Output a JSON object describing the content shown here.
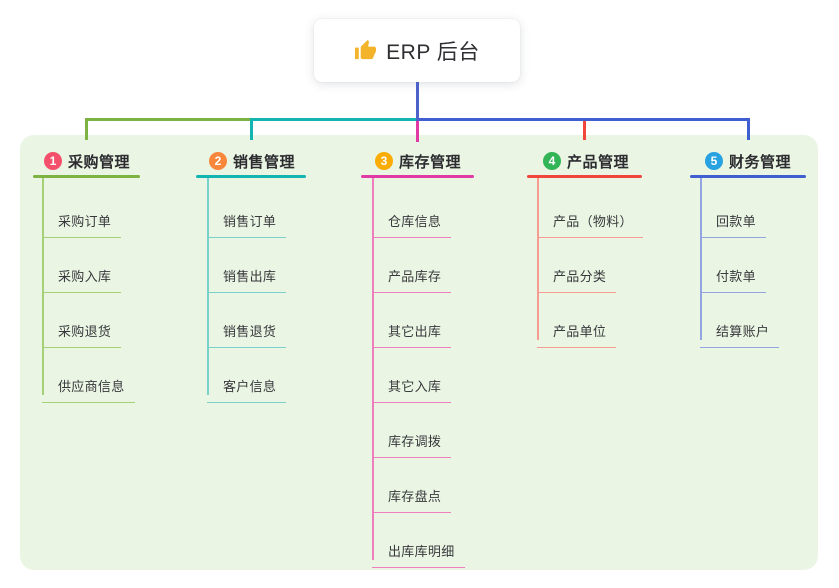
{
  "root": {
    "label": "ERP 后台",
    "icon": "thumbs-up-icon",
    "icon_color": "#f3b42c",
    "connector_color": "#4c61c9"
  },
  "panel": {
    "background_color": "#eaf6e3"
  },
  "branches": [
    {
      "badge": "1",
      "label": "采购管理",
      "badge_color": "#f5506b",
      "line_color": "#7cb342",
      "child_line_color": "#a4d176",
      "children": [
        "采购订单",
        "采购入库",
        "采购退货",
        "供应商信息"
      ]
    },
    {
      "badge": "2",
      "label": "销售管理",
      "badge_color": "#f8873c",
      "line_color": "#14b5b0",
      "child_line_color": "#79d2ca",
      "children": [
        "销售订单",
        "销售出库",
        "销售退货",
        "客户信息"
      ]
    },
    {
      "badge": "3",
      "label": "库存管理",
      "badge_color": "#fbac05",
      "line_color": "#e23aa4",
      "child_line_color": "#ee7fbe",
      "children": [
        "仓库信息",
        "产品库存",
        "其它出库",
        "其它入库",
        "库存调拨",
        "库存盘点",
        "出库库明细"
      ]
    },
    {
      "badge": "4",
      "label": "产品管理",
      "badge_color": "#33b457",
      "line_color": "#f1463c",
      "child_line_color": "#f59b92",
      "children": [
        "产品（物料）",
        "产品分类",
        "产品单位"
      ]
    },
    {
      "badge": "5",
      "label": "财务管理",
      "badge_color": "#29a2e2",
      "line_color": "#3f5ecf",
      "child_line_color": "#93a5e0",
      "children": [
        "回款单",
        "付款单",
        "结算账户"
      ]
    }
  ]
}
